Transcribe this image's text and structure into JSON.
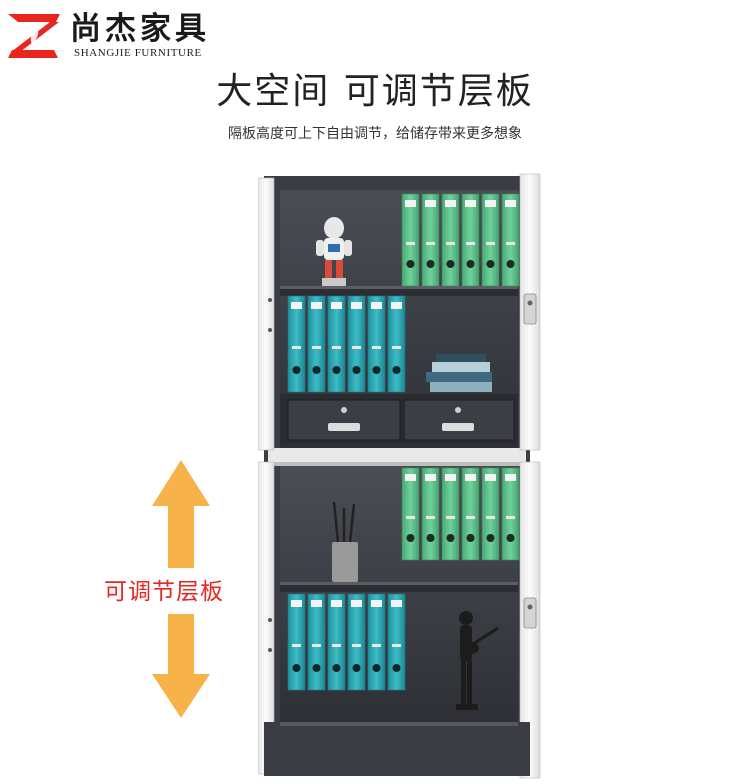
{
  "brand": {
    "name_cn": "尚杰家具",
    "name_en": "SHANGJIE FURNITURE",
    "logo_icon": "zj-monogram-logo",
    "logo_color": "#e8261f"
  },
  "headline": "大空间 可调节层板",
  "subline": "隔板高度可上下自由调节，给储存带来更多想象",
  "side_label": "可调节层板",
  "colors": {
    "accent_red": "#e8261f",
    "arrow_orange": "#f7b34a",
    "cabinet_frame": "#3a3d44",
    "cabinet_door": "#f2f2f2",
    "binder_green": "#5fc089",
    "binder_teal": "#2fa9b5"
  },
  "icons": {
    "up_arrow": "arrow-up-icon",
    "down_arrow": "arrow-down-icon"
  }
}
